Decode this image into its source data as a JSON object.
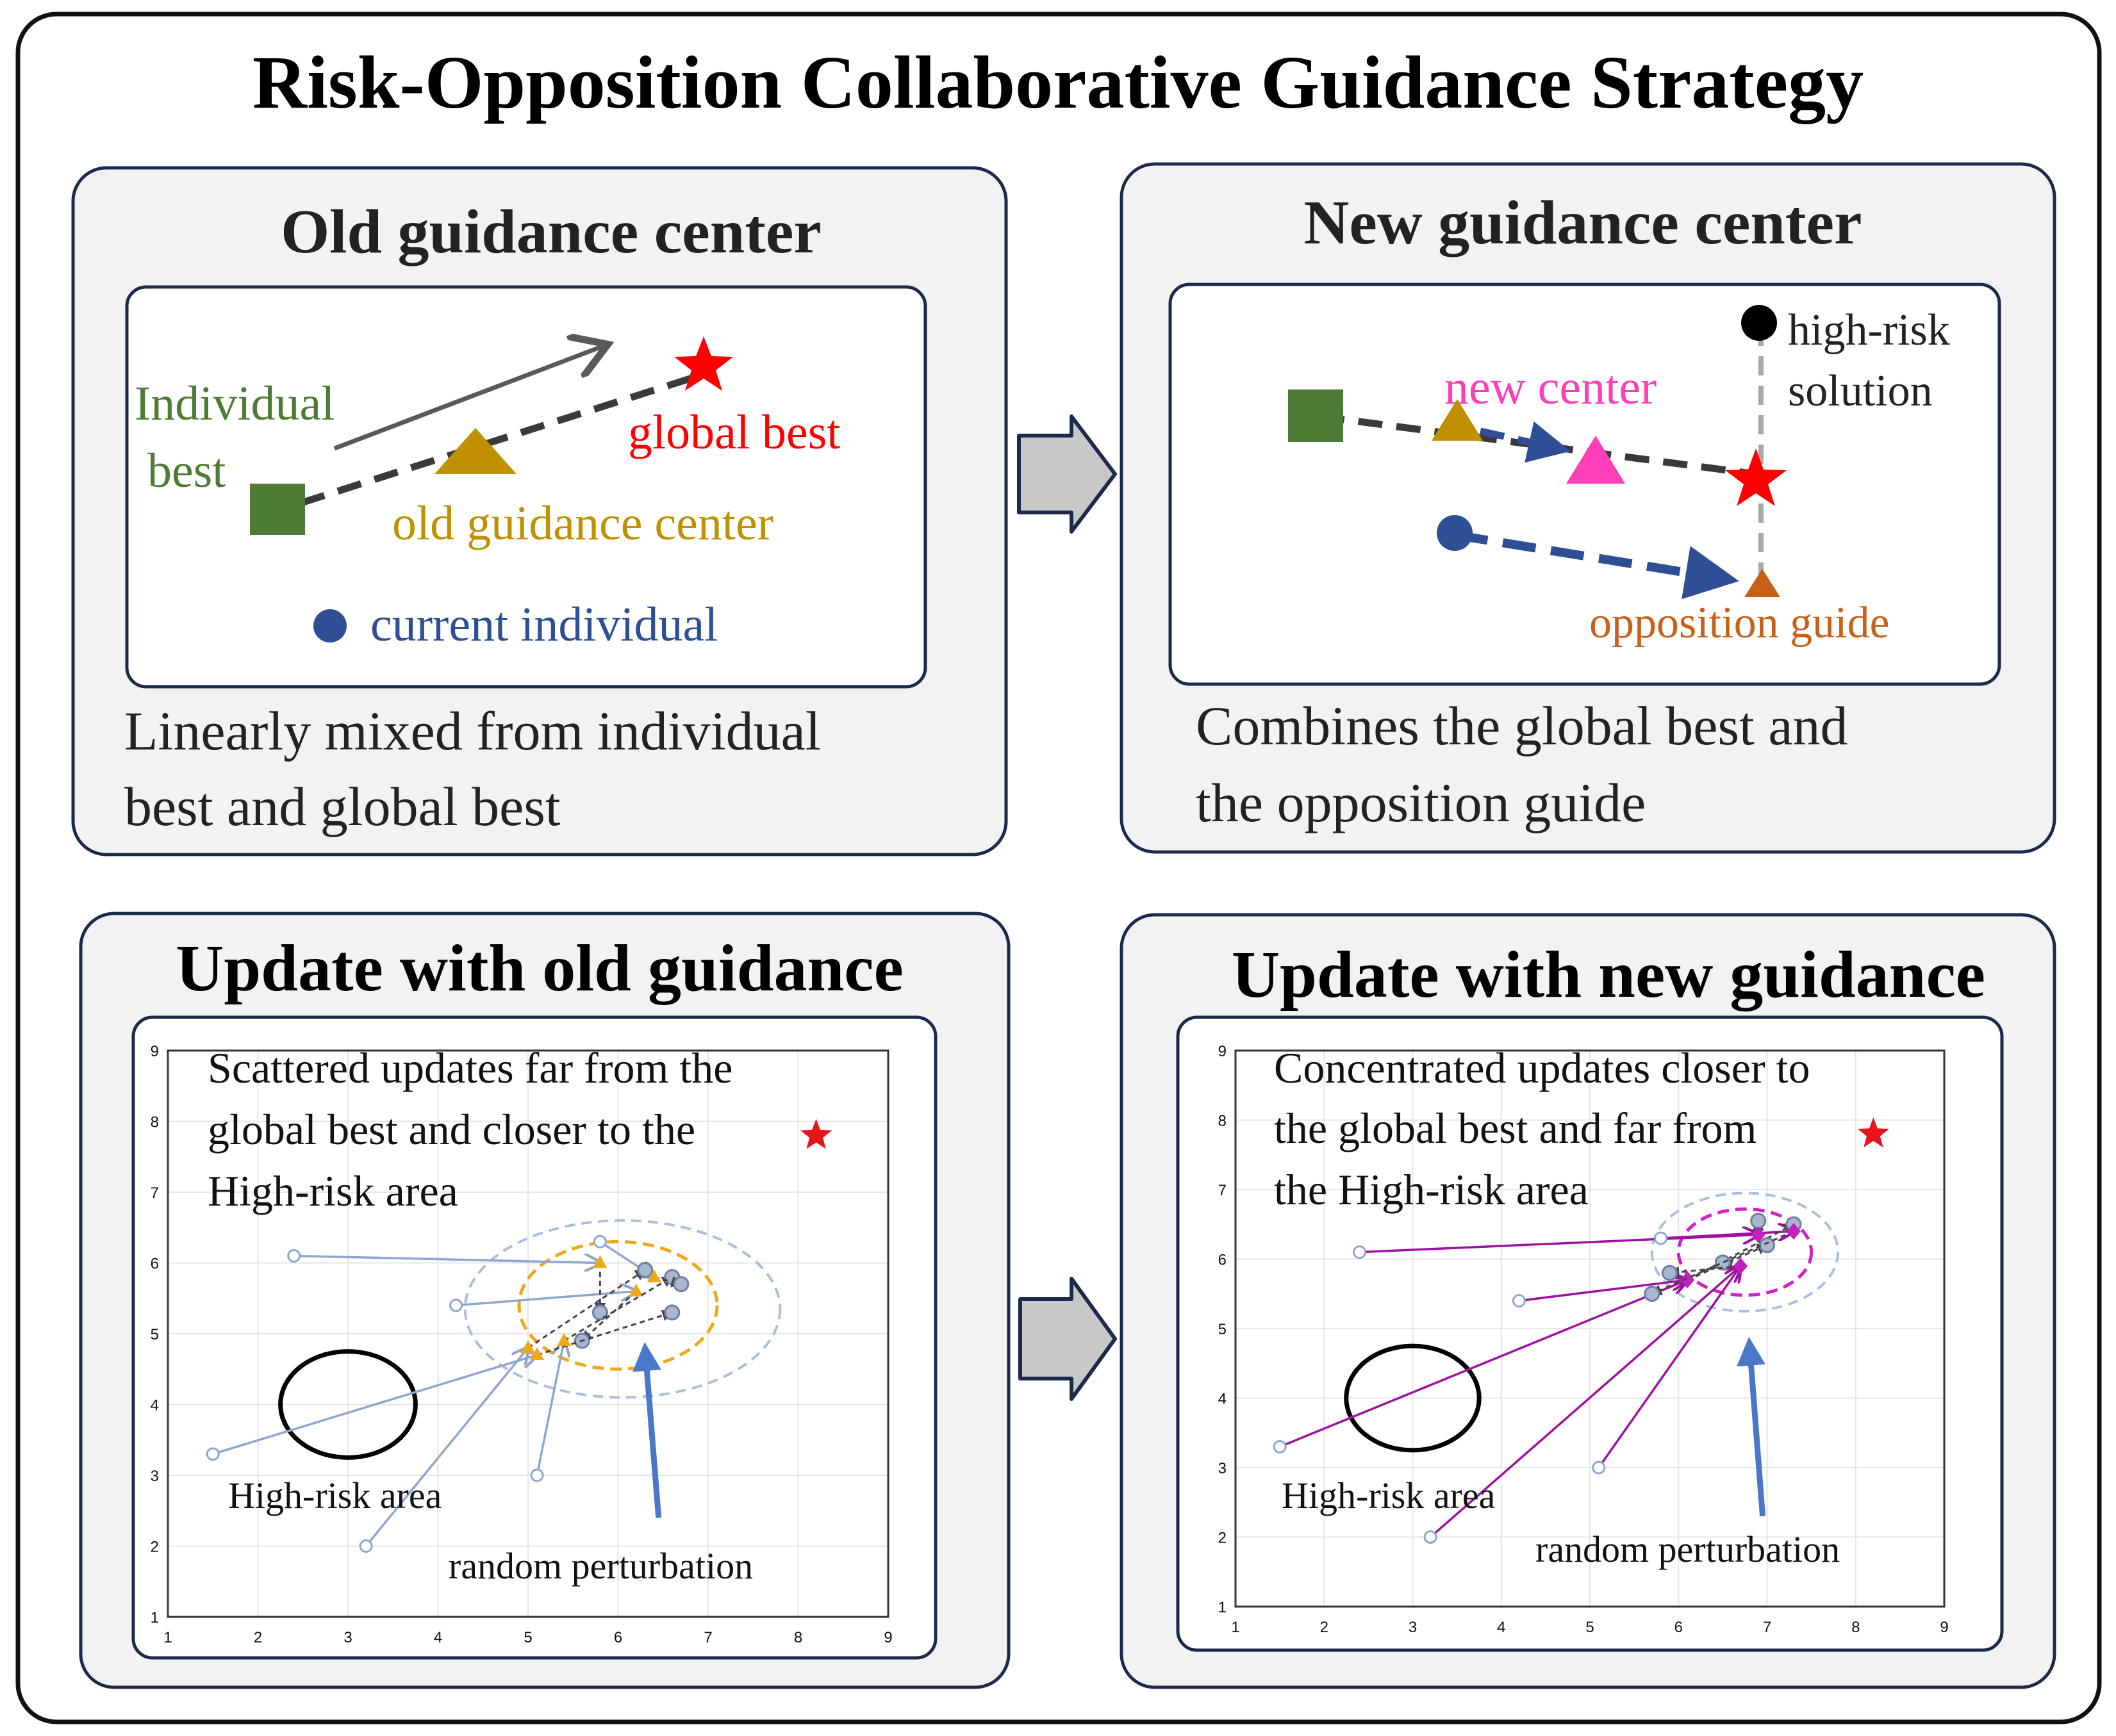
{
  "title": "Risk-Opposition Collaborative Guidance Strategy",
  "colors": {
    "frame": "#1b2a4a",
    "panel_bg": "#f2f2f2",
    "individual_best": "#4e7b33",
    "old_center": "#c09000",
    "global_best": "#ff0000",
    "current": "#2e4f95",
    "new_center": "#ff3fb8",
    "opposition": "#c8601a",
    "old_update": "#8ea6cf",
    "new_update": "#a010a0",
    "arrow_blue": "#4a78c8"
  },
  "panel_tl": {
    "heading": "Old guidance center",
    "label_individual_1": "Individual",
    "label_individual_2": "best",
    "label_global": "global best",
    "label_old_center": "old guidance center",
    "label_current": "current individual",
    "caption_1": "Linearly mixed from individual",
    "caption_2": "best and global best"
  },
  "panel_tr": {
    "heading": "New guidance center",
    "label_new_center": "new center",
    "label_highrisk_1": "high-risk",
    "label_highrisk_2": "solution",
    "label_opposition": "opposition guide",
    "caption_1": "Combines the global best and",
    "caption_2": "the opposition guide"
  },
  "panel_bl": {
    "heading": "Update with old guidance",
    "note_1": "Scattered updates far from the",
    "note_2": "global best and closer to the",
    "note_3": "High-risk area",
    "label_highrisk": "High-risk area",
    "label_perturb": "random perturbation"
  },
  "panel_br": {
    "heading": "Update with new guidance",
    "note_1": "Concentrated updates closer to",
    "note_2": "the global best and far from",
    "note_3": "the High-risk area",
    "label_highrisk": "High-risk area",
    "label_perturb": "random perturbation"
  },
  "axis_ticks": [
    "1",
    "2",
    "3",
    "4",
    "5",
    "6",
    "7",
    "8",
    "9"
  ],
  "plot_old": {
    "origins": [
      [
        2.4,
        6.1
      ],
      [
        4.2,
        5.4
      ],
      [
        1.5,
        3.3
      ],
      [
        3.2,
        2.0
      ],
      [
        5.1,
        3.0
      ],
      [
        5.8,
        6.3
      ]
    ],
    "targets": [
      [
        5.8,
        6.0
      ],
      [
        6.2,
        5.6
      ],
      [
        5.1,
        4.7
      ],
      [
        5.0,
        4.8
      ],
      [
        5.4,
        4.9
      ],
      [
        6.4,
        5.8
      ]
    ],
    "converged": [
      [
        5.8,
        5.3
      ],
      [
        5.6,
        4.9
      ],
      [
        6.6,
        5.3
      ],
      [
        6.3,
        5.9
      ],
      [
        6.6,
        5.8
      ],
      [
        6.7,
        5.7
      ]
    ],
    "star": [
      8.2,
      7.8
    ],
    "highrisk_center": [
      3.0,
      4.0
    ],
    "highrisk_radii": [
      0.75,
      0.75
    ]
  },
  "plot_new": {
    "origins": [
      [
        2.4,
        6.1
      ],
      [
        4.2,
        5.4
      ],
      [
        1.5,
        3.3
      ],
      [
        3.2,
        2.0
      ],
      [
        5.1,
        3.0
      ],
      [
        5.8,
        6.3
      ]
    ],
    "targets": [
      [
        6.9,
        6.35
      ],
      [
        6.1,
        5.7
      ],
      [
        6.1,
        5.7
      ],
      [
        6.7,
        5.9
      ],
      [
        6.7,
        5.9
      ],
      [
        7.3,
        6.4
      ]
    ],
    "converged": [
      [
        6.9,
        6.55
      ],
      [
        7.3,
        6.5
      ],
      [
        7.0,
        6.2
      ],
      [
        6.5,
        5.95
      ],
      [
        5.9,
        5.8
      ],
      [
        5.7,
        5.5
      ]
    ],
    "star": [
      8.2,
      7.8
    ],
    "highrisk_center": [
      3.0,
      4.0
    ],
    "highrisk_radii": [
      0.75,
      0.75
    ]
  }
}
